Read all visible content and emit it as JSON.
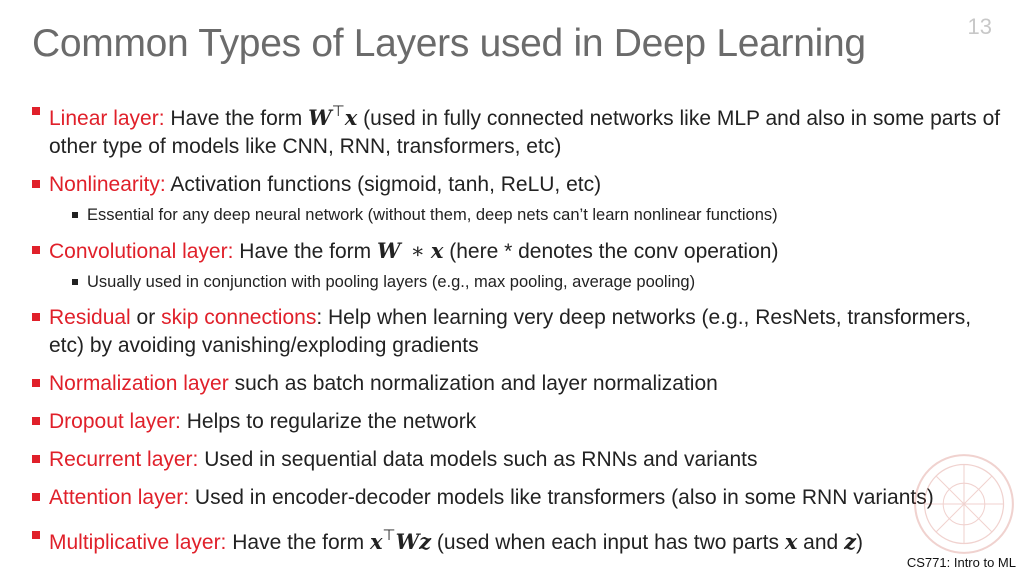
{
  "slide_number": "13",
  "title": "Common Types of Layers used in Deep Learning",
  "bullets": [
    {
      "term": "Linear layer:",
      "text_before": " Have the form ",
      "math": "W",
      "sup": "⊤",
      "math2": "x",
      "text_after": " (used in fully connected networks like MLP and also in some parts of other type of models like CNN, RNN, transformers, etc)"
    },
    {
      "term": "Nonlinearity:",
      "text": " Activation functions (sigmoid, tanh, ReLU, etc)",
      "sub": "Essential for any deep neural network (without them, deep nets can’t learn nonlinear functions)"
    },
    {
      "term": "Convolutional layer:",
      "text_before": " Have the form ",
      "math": "W",
      "op": "∗",
      "math2": "x",
      "text_after": " (here * denotes the conv operation)",
      "sub": "Usually used in conjunction with pooling layers (e.g., max pooling, average pooling)"
    },
    {
      "term": "Residual",
      "text_mid": " or ",
      "term2": "skip connections",
      "text": ": Help when learning very deep networks (e.g., ResNets, transformers, etc) by avoiding vanishing/exploding gradients"
    },
    {
      "term": "Normalization layer",
      "text": " such as batch normalization and layer normalization"
    },
    {
      "term": "Dropout layer:",
      "text": " Helps to regularize the network"
    },
    {
      "term": "Recurrent layer:",
      "text": " Used in sequential data models such as RNNs and variants"
    },
    {
      "term": "Attention layer:",
      "text": " Used in encoder-decoder models like transformers (also in some RNN variants)"
    },
    {
      "term": "Multiplicative layer:",
      "text_before": " Have the form ",
      "math": "x",
      "sup": "⊤",
      "math2": "Wz",
      "text_mid": " (used when each input has two parts ",
      "math3": "x",
      "text_and": " and ",
      "math4": "z",
      "text_after": ")"
    }
  ],
  "footer": "CS771: Intro to ML",
  "colors": {
    "accent": "#e0202a",
    "title": "#6b6b6b",
    "text": "#222222"
  }
}
